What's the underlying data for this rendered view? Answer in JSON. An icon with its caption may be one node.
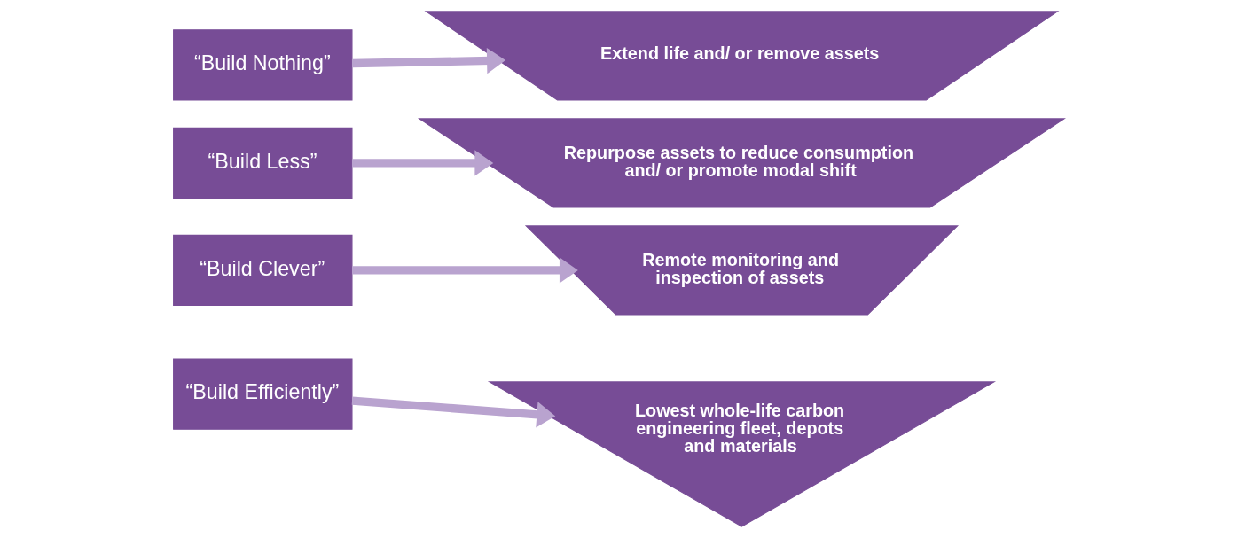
{
  "diagram": {
    "nodes": [
      {
        "text": [
          "“Build Nothing”"
        ]
      },
      {
        "text": [
          "“Build Less”"
        ]
      },
      {
        "text": [
          "“Build Clever”"
        ]
      },
      {
        "text": [
          "“Build Efficiently”"
        ]
      },
      {
        "text": [
          "Extend life and/ or remove assets"
        ]
      },
      {
        "text": [
          "Repurpose assets to reduce consumption and/ or promote modal shift"
        ]
      },
      {
        "text": [
          "Remote monitoring and inspection of assets"
        ]
      },
      {
        "text": [
          "Lowest whole-life carbon engineering fleet, depots and materials"
        ]
      }
    ],
    "edges": [
      {
        "from": 0,
        "to": 4,
        "arrow": "to"
      },
      {
        "from": 1,
        "to": 5,
        "arrow": "to"
      },
      {
        "from": 2,
        "to": 6,
        "arrow": "to"
      },
      {
        "from": 3,
        "to": 7,
        "arrow": "to"
      }
    ]
  }
}
